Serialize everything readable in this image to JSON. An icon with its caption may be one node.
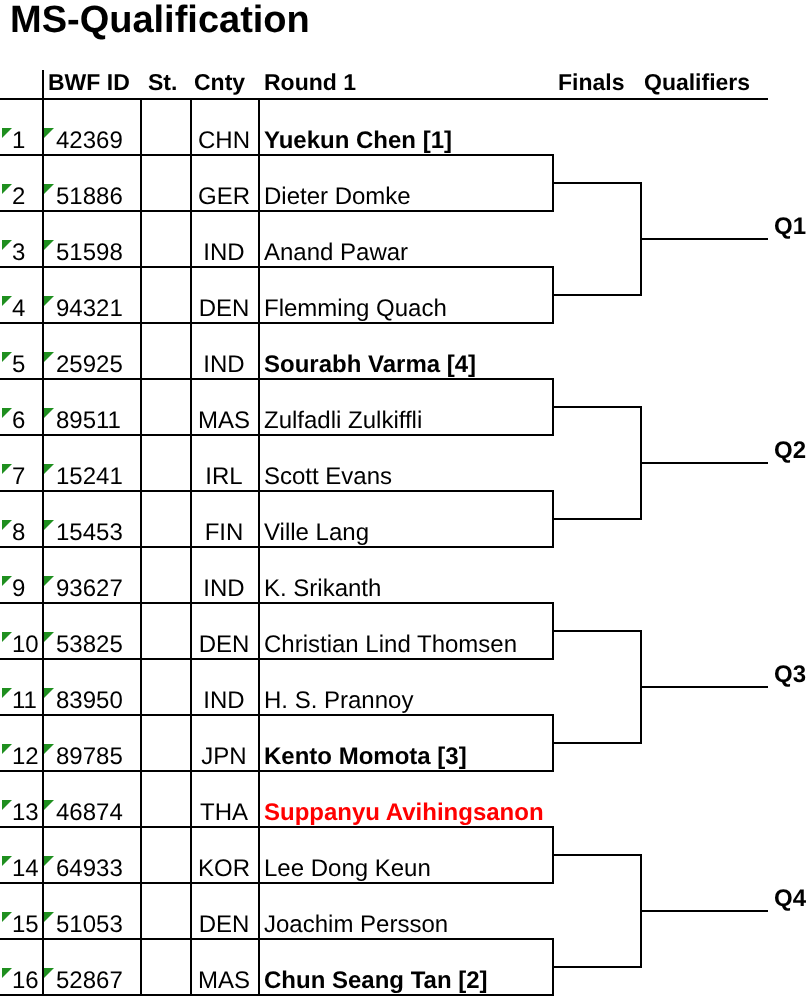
{
  "diagram": {
    "title": "MS-Qualification",
    "nodes": [
      {
        "text": [
          "1",
          "42369",
          "CHN",
          "Yuekun Chen [1]"
        ]
      },
      {
        "text": [
          "2",
          "51886",
          "GER",
          "Dieter Domke"
        ]
      },
      {
        "text": [
          "3",
          "51598",
          "IND",
          "Anand Pawar"
        ]
      },
      {
        "text": [
          "4",
          "94321",
          "DEN",
          "Flemming Quach"
        ]
      },
      {
        "text": [
          "5",
          "25925",
          "IND",
          "Sourabh Varma [4]"
        ]
      },
      {
        "text": [
          "6",
          "89511",
          "MAS",
          "Zulfadli Zulkiffli"
        ]
      },
      {
        "text": [
          "7",
          "15241",
          "IRL",
          "Scott Evans"
        ]
      },
      {
        "text": [
          "8",
          "15453",
          "FIN",
          "Ville Lang"
        ]
      },
      {
        "text": [
          "9",
          "93627",
          "IND",
          "K. Srikanth"
        ]
      },
      {
        "text": [
          "10",
          "53825",
          "DEN",
          "Christian Lind Thomsen"
        ]
      },
      {
        "text": [
          "11",
          "83950",
          "IND",
          "H. S. Prannoy"
        ]
      },
      {
        "text": [
          "12",
          "89785",
          "JPN",
          "Kento Momota [3]"
        ]
      },
      {
        "text": [
          "13",
          "46874",
          "THA",
          "Suppanyu Avihingsanon"
        ]
      },
      {
        "text": [
          "14",
          "64933",
          "KOR",
          "Lee Dong Keun"
        ]
      },
      {
        "text": [
          "15",
          "51053",
          "DEN",
          "Joachim Persson"
        ]
      },
      {
        "text": [
          "16",
          "52867",
          "MAS",
          "Chun Seang Tan [2]"
        ]
      },
      {
        "text": [
          "Q1"
        ]
      },
      {
        "text": [
          "Q2"
        ]
      },
      {
        "text": [
          "Q3"
        ]
      },
      {
        "text": [
          "Q4"
        ]
      }
    ],
    "edges": [
      {
        "from": 0,
        "to": 16,
        "arrow": "none"
      },
      {
        "from": 1,
        "to": 16,
        "arrow": "none"
      },
      {
        "from": 2,
        "to": 16,
        "arrow": "none"
      },
      {
        "from": 3,
        "to": 16,
        "arrow": "none"
      },
      {
        "from": 4,
        "to": 17,
        "arrow": "none"
      },
      {
        "from": 5,
        "to": 17,
        "arrow": "none"
      },
      {
        "from": 6,
        "to": 17,
        "arrow": "none"
      },
      {
        "from": 7,
        "to": 17,
        "arrow": "none"
      },
      {
        "from": 8,
        "to": 18,
        "arrow": "none"
      },
      {
        "from": 9,
        "to": 18,
        "arrow": "none"
      },
      {
        "from": 10,
        "to": 18,
        "arrow": "none"
      },
      {
        "from": 11,
        "to": 18,
        "arrow": "none"
      },
      {
        "from": 12,
        "to": 19,
        "arrow": "none"
      },
      {
        "from": 13,
        "to": 19,
        "arrow": "none"
      },
      {
        "from": 14,
        "to": 19,
        "arrow": "none"
      },
      {
        "from": 15,
        "to": 19,
        "arrow": "none"
      }
    ],
    "labels": [
      "BWF ID",
      "St.",
      "Cnty",
      "Round 1",
      "Finals",
      "Qualifiers"
    ]
  }
}
